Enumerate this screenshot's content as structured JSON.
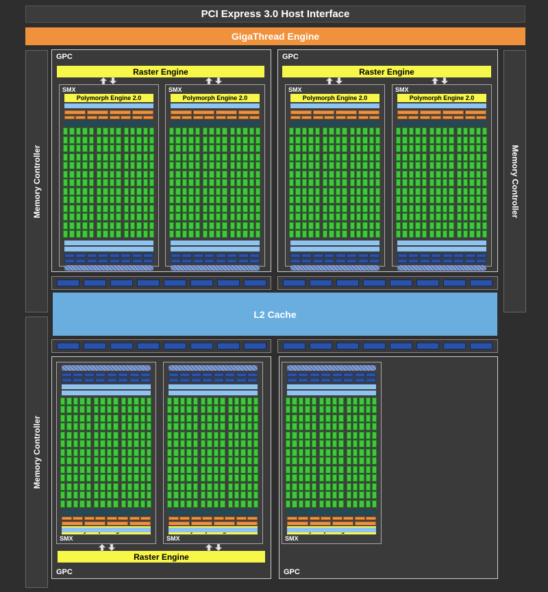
{
  "pcie_label": "PCI Express 3.0 Host Interface",
  "gigathread_label": "GigaThread Engine",
  "memory_controller_label": "Memory Controller",
  "l2_cache_label": "L2 Cache",
  "gpc_label": "GPC",
  "raster_engine_label": "Raster Engine",
  "smx_label": "SMX",
  "polymorph_label": "Polymorph Engine 2.0",
  "colors": {
    "core_green": "#40c83c",
    "orange": "#f0913c",
    "yellow": "#f7f74a",
    "light_blue": "#8ec4ef",
    "blue": "#2a52a8",
    "dark_teal": "#1f4a5a",
    "l2_blue": "#6aaee0",
    "background": "#2e2e2e"
  }
}
